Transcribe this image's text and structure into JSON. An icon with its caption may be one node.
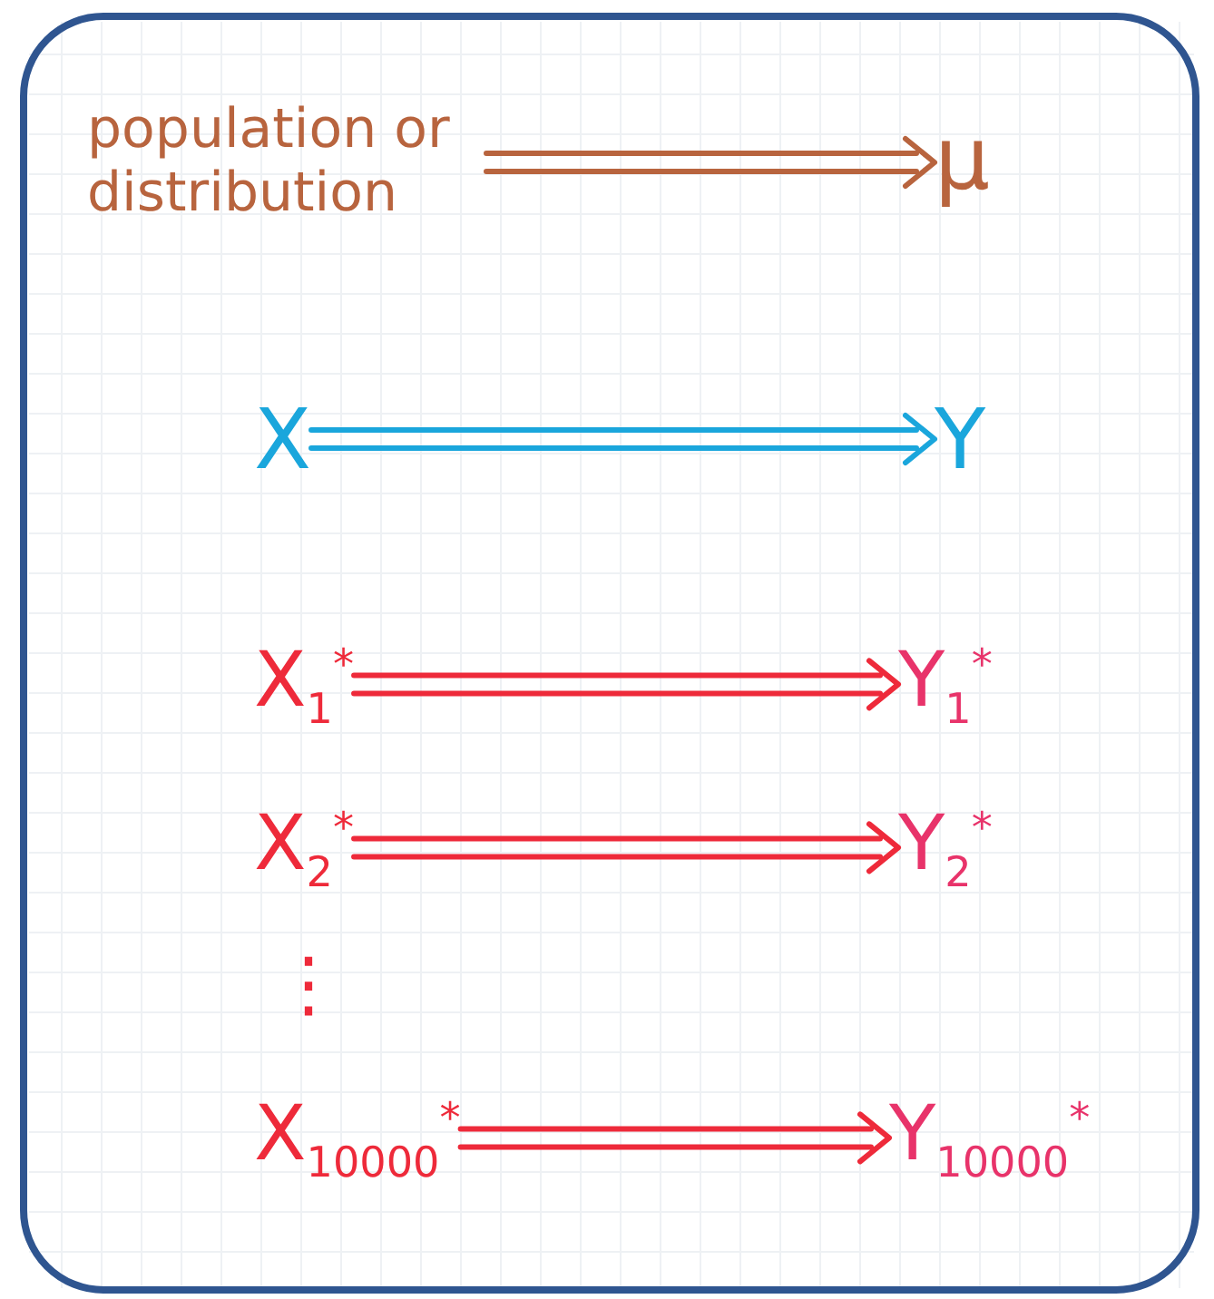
{
  "diagram": {
    "nodes": [
      {
        "text": [
          "population or distribution"
        ]
      },
      {
        "text": [
          "μ"
        ]
      },
      {
        "text": [
          "X"
        ]
      },
      {
        "text": [
          "Y"
        ]
      },
      {
        "text": [
          "X$_{1}$$^{*}$"
        ]
      },
      {
        "text": [
          "Y$_{1}$$^{*}$"
        ]
      },
      {
        "text": [
          "X$_{2}$$^{*}$"
        ]
      },
      {
        "text": [
          "Y$_{2}$$^{*}$"
        ]
      },
      {
        "text": [
          "X$_{10000}$$^{*}$"
        ]
      },
      {
        "text": [
          "Y$_{10000}$$^{*}$"
        ]
      }
    ],
    "edges": [
      {
        "from": 0,
        "to": 1,
        "arrow": "to",
        "color": "#b8643e"
      },
      {
        "from": 2,
        "to": 3,
        "arrow": "to",
        "color": "#1aa6dc"
      },
      {
        "from": 4,
        "to": 5,
        "arrow": "to"
      },
      {
        "from": 6,
        "to": 7,
        "arrow": "to"
      },
      {
        "from": 8,
        "to": 9,
        "arrow": "to"
      }
    ],
    "labels": [
      "⋮"
    ]
  }
}
